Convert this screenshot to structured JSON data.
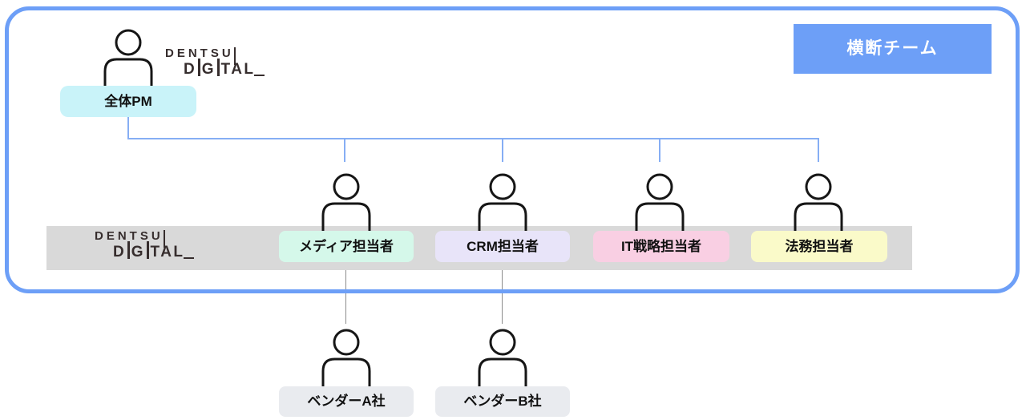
{
  "banner": {
    "label": "横断チーム",
    "bg": "#6d9ff7",
    "text_color": "#ffffff"
  },
  "brand": {
    "line1": "DENTSU",
    "line2_p1": "D",
    "line2_p2": "G",
    "line2_p3": "TAL"
  },
  "pm": {
    "label": "全体PM",
    "bg": "#c9f3f9"
  },
  "roles": [
    {
      "label": "メディア担当者",
      "bg": "#d5f8ea"
    },
    {
      "label": "CRM担当者",
      "bg": "#e8e4f9"
    },
    {
      "label": "IT戦略担当者",
      "bg": "#f9cfe3"
    },
    {
      "label": "法務担当者",
      "bg": "#fafac9"
    }
  ],
  "vendors": [
    {
      "label": "ベンダーA社",
      "bg": "#e9ebef"
    },
    {
      "label": "ベンダーB社",
      "bg": "#e9ebef"
    }
  ],
  "colors": {
    "frame": "#6d9ff7",
    "band": "#d9d9d9",
    "connector_blue": "#86aef4",
    "connector_gray": "#8c8c8c"
  }
}
